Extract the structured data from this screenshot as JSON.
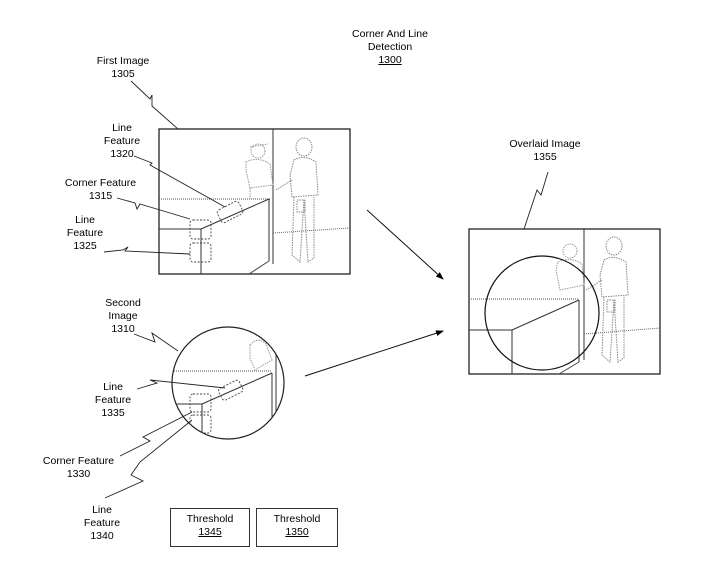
{
  "figure": {
    "title": {
      "line1": "Corner And Line",
      "line2": "Detection",
      "ref": "1300"
    },
    "first_image": {
      "label": "First Image",
      "ref": "1305"
    },
    "second_image": {
      "label1": "Second",
      "label2": "Image",
      "ref": "1310"
    },
    "overlaid_image": {
      "label": "Overlaid Image",
      "ref": "1355"
    },
    "line_feature_1320": {
      "line1": "Line",
      "line2": "Feature",
      "ref": "1320"
    },
    "corner_feature_1315": {
      "label": "Corner Feature",
      "ref": "1315"
    },
    "line_feature_1325": {
      "line1": "Line",
      "line2": "Feature",
      "ref": "1325"
    },
    "line_feature_1335": {
      "line1": "Line",
      "line2": "Feature",
      "ref": "1335"
    },
    "corner_feature_1330": {
      "label": "Corner Feature",
      "ref": "1330"
    },
    "line_feature_1340": {
      "line1": "Line",
      "line2": "Feature",
      "ref": "1340"
    },
    "threshold_1345": {
      "label": "Threshold",
      "ref": "1345"
    },
    "threshold_1350": {
      "label": "Threshold",
      "ref": "1350"
    }
  }
}
